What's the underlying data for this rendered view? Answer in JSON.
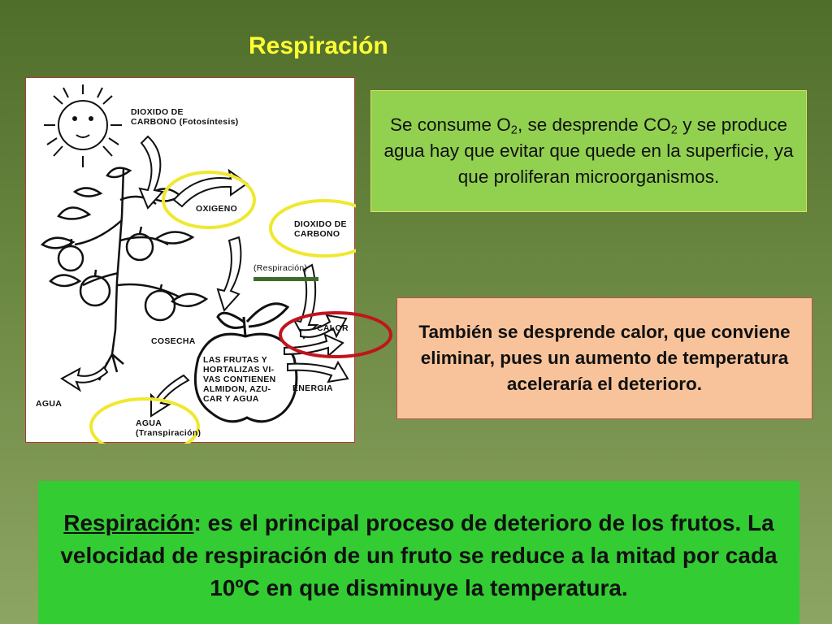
{
  "title": "Respiración",
  "diagram": {
    "labels": {
      "dioxido_fotosintesis": "DIOXIDO DE\nCARBONO (Fotosíntesis)",
      "oxigeno": "OXIGENO",
      "dioxido_carbono": "DIOXIDO DE\nCARBONO",
      "respiracion": "(Respiración)",
      "calor": "CALOR",
      "cosecha": "COSECHA",
      "frutas": "LAS FRUTAS Y\nHORTALIZAS VI-\nVAS CONTIENEN\nALMIDON, AZU-\nCAR Y AGUA",
      "energia": "ENERGIA",
      "agua_left": "AGUA",
      "agua_transpiracion": "AGUA\n(Transpiración)"
    },
    "colors": {
      "yellow_circle": "#f0e830",
      "red_circle": "#c0151c",
      "underline_bar": "#3f6b2a"
    }
  },
  "box1": {
    "p1": "Se consume O",
    "sub1": "2",
    "p2": ", se desprende CO",
    "sub2": "2",
    "p3": " y se produce agua hay que evitar que quede en la superficie, ya que proliferan microorganismos."
  },
  "box2": {
    "text": "También se desprende calor, que conviene eliminar, pues un aumento de temperatura aceleraría el deterioro."
  },
  "box3": {
    "term": "Respiración",
    "rest": ": es el principal proceso de deterioro de los frutos. La velocidad de respiración de un fruto se reduce a la mitad por cada 10ºC en que disminuye la temperatura."
  }
}
